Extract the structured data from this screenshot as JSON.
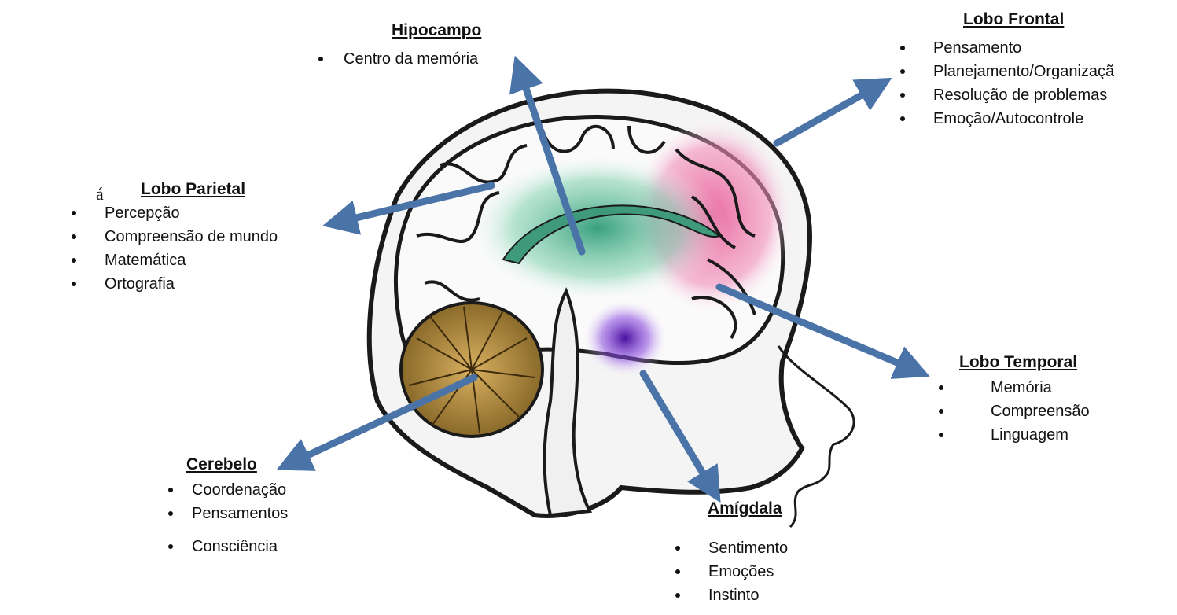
{
  "stray_char": "á",
  "labels": {
    "hipocampo": {
      "title": "Hipocampo",
      "items": [
        "Centro da memória"
      ]
    },
    "lobo_frontal": {
      "title": "Lobo Frontal",
      "items": [
        "Pensamento",
        "Planejamento/Organizaçã",
        "Resolução de problemas",
        "Emoção/Autocontrole"
      ]
    },
    "lobo_parietal": {
      "title": "Lobo Parietal",
      "items": [
        "Percepção",
        "Compreensão de mundo",
        "Matemática",
        "Ortografia"
      ]
    },
    "lobo_temporal": {
      "title": "Lobo Temporal",
      "items": [
        "Memória",
        "Compreensão",
        "Linguagem"
      ]
    },
    "cerebelo": {
      "title": "Cerebelo",
      "items": [
        "Coordenação",
        "Pensamentos",
        "Consciência"
      ]
    },
    "amigdala": {
      "title": "Amígdala",
      "items": [
        "Sentimento",
        "Emoções",
        "Instinto"
      ]
    }
  },
  "colors": {
    "arrow": "#4a74a8",
    "frontal_highlight": "#e8609a",
    "limbic_highlight": "#3daa83",
    "amygdala_highlight": "#7a2cd0",
    "cerebellum": "#c49a45",
    "outline": "#1a1a1a"
  }
}
